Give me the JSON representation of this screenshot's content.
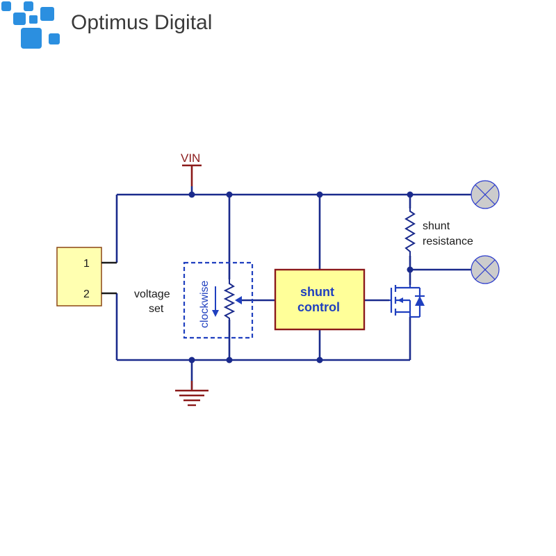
{
  "brand": {
    "name": "Optimus Digital",
    "logo_color": "#2b8fe0"
  },
  "labels": {
    "vin": "VIN",
    "pin1": "1",
    "pin2": "2",
    "voltage_set_line1": "voltage",
    "voltage_set_line2": "set",
    "clockwise": "clockwise",
    "shunt_control_line1": "shunt",
    "shunt_control_line2": "control",
    "shunt_resistance_line1": "shunt",
    "shunt_resistance_line2": "resistance"
  },
  "colors": {
    "wire": "#1a2a8c",
    "connector_fill": "#ffffb0",
    "connector_border": "#8b4513",
    "control_fill": "#ffff99",
    "control_border": "#8b1a1a",
    "power_symbol": "#8b1a1a",
    "component_blue": "#1f3fbf",
    "terminal_fill": "#cccccc",
    "terminal_border": "#2a3acc"
  }
}
